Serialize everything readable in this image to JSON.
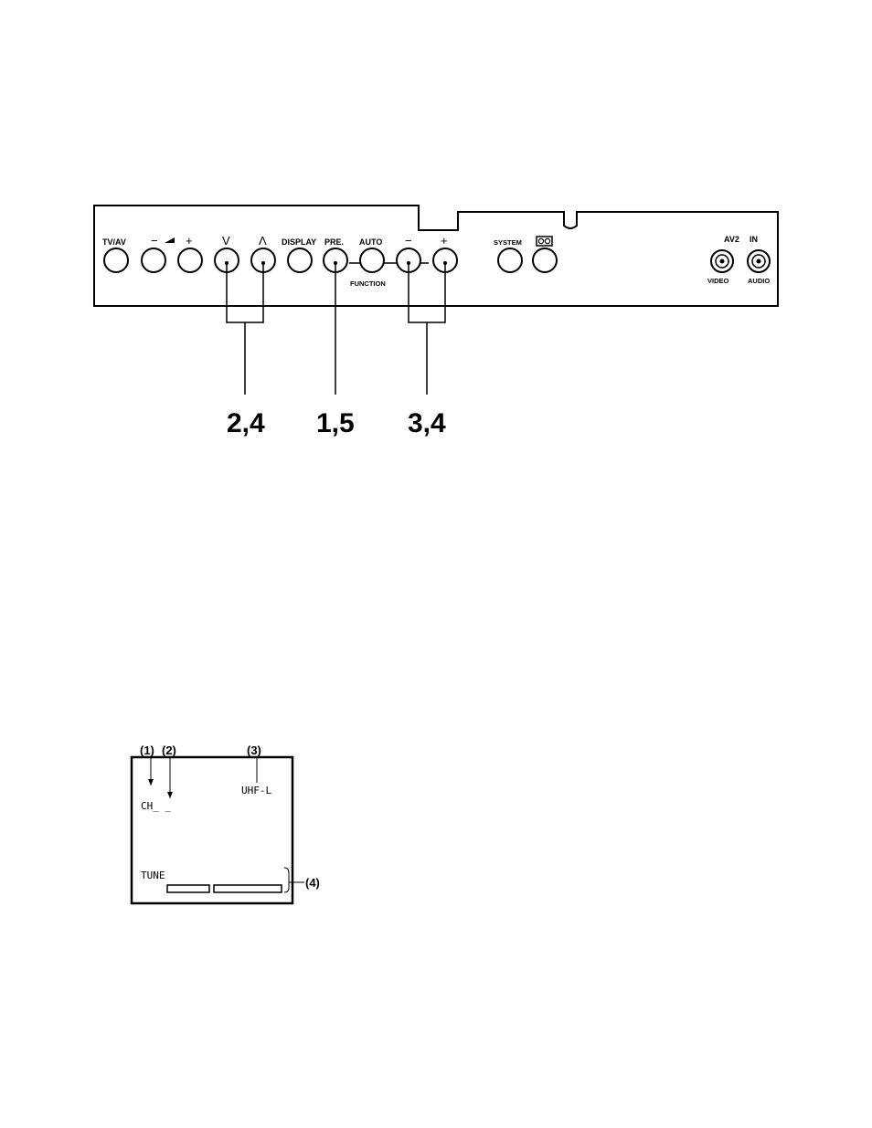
{
  "panel": {
    "buttons": [
      {
        "id": "tv-av",
        "label": "TV/AV"
      },
      {
        "id": "volume-minus",
        "label": "−"
      },
      {
        "id": "volume-plus",
        "label": "+"
      },
      {
        "id": "channel-down",
        "label": "V"
      },
      {
        "id": "channel-up",
        "label": "Λ"
      },
      {
        "id": "display",
        "label": "DISPLAY"
      },
      {
        "id": "pre",
        "label": "PRE."
      },
      {
        "id": "auto",
        "label": "AUTO"
      },
      {
        "id": "function-minus",
        "label": "−"
      },
      {
        "id": "function-plus",
        "label": "+"
      },
      {
        "id": "system",
        "label": "SYSTEM"
      },
      {
        "id": "mode",
        "label": "OO"
      }
    ],
    "function_label": "FUNCTION",
    "jacks": {
      "av2_label": "AV2",
      "in_label": "IN",
      "video_label": "VIDEO",
      "audio_label": "AUDIO"
    }
  },
  "callouts": {
    "channel": "2,4",
    "pre": "1,5",
    "function": "3,4"
  },
  "osd": {
    "refs": [
      "(1)",
      "(2)",
      "(3)",
      "(4)"
    ],
    "channel_text": "CH_ _",
    "band_text": "UHF-L",
    "tune_text": "TUNE"
  }
}
